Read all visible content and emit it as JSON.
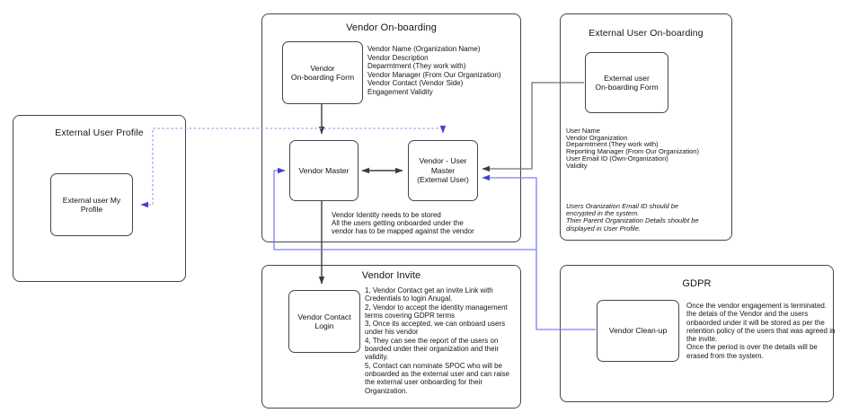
{
  "external_user_profile": {
    "title": "External User Profile",
    "my_profile_node": "External user My\nProfile"
  },
  "vendor_onboarding": {
    "title": "Vendor On-boarding",
    "form_node": "Vendor\nOn-boarding Form",
    "fields": [
      "Vendor Name (Organization Name)",
      "Vendor Description",
      "Deparmtment (They work with)",
      "Vendor Manager (From Our Organization)",
      "Vendor Contact (Vendor Side)",
      "Engagement Validity"
    ],
    "vendor_master_node": "Vendor Master",
    "vendor_user_master_node": "Vendor - User\nMaster\n(External User)",
    "note": [
      "Vendor Identity needs to be stored",
      "All the users getting onboarded under the",
      "vendor has to be mapped against the vendor"
    ]
  },
  "external_user_onboarding": {
    "title": "External User On-boarding",
    "form_node": "External user\nOn-boarding Form",
    "fields": [
      "User Name",
      "Vendor Organization",
      "Deparmtment (They work with)",
      "Reporting Manager (From Our Organization)",
      "User Email ID (Own-Organization)",
      "Validity"
    ],
    "note": [
      "Users Oranization Email ID should be",
      "encrypted in the system.",
      "Thier Parent Organization Details shoulbt be",
      "displayed in User Profile."
    ]
  },
  "vendor_invite": {
    "title": "Vendor Invite",
    "login_node": "Vendor Contact\nLogin",
    "steps": [
      "1, Vendor Contact get an invite Link with Credentials to login Anugal.",
      "2, Vendor to accept the identity management terms covering GDPR terms",
      "3, Once its accepted, we can onboard users under his vendor",
      "4, They can see the report of the users on boarded under their organization and their validity.",
      "5, Contact can nominate SPOC who will be onboarded as the external user and can raise the external user onboarding for their Organization."
    ]
  },
  "gdpr": {
    "title": "GDPR",
    "cleanup_node": "Vendor Clean-up",
    "note": [
      "Once the vendor engagement is terminated. the detais of the Vendor and the users onbaorded under it will be stored as per the retention policy of the users that was agreed in the invite.",
      "Once the period is over the details will be erased from the system."
    ]
  },
  "colors": {
    "box_border": "#42464d",
    "black_line": "#3c3c3c",
    "gray_line": "#6f7174",
    "blue_line": "#8080ee",
    "dashed_line": "#a6a6f0",
    "blue_arrow": "#4343cb"
  }
}
